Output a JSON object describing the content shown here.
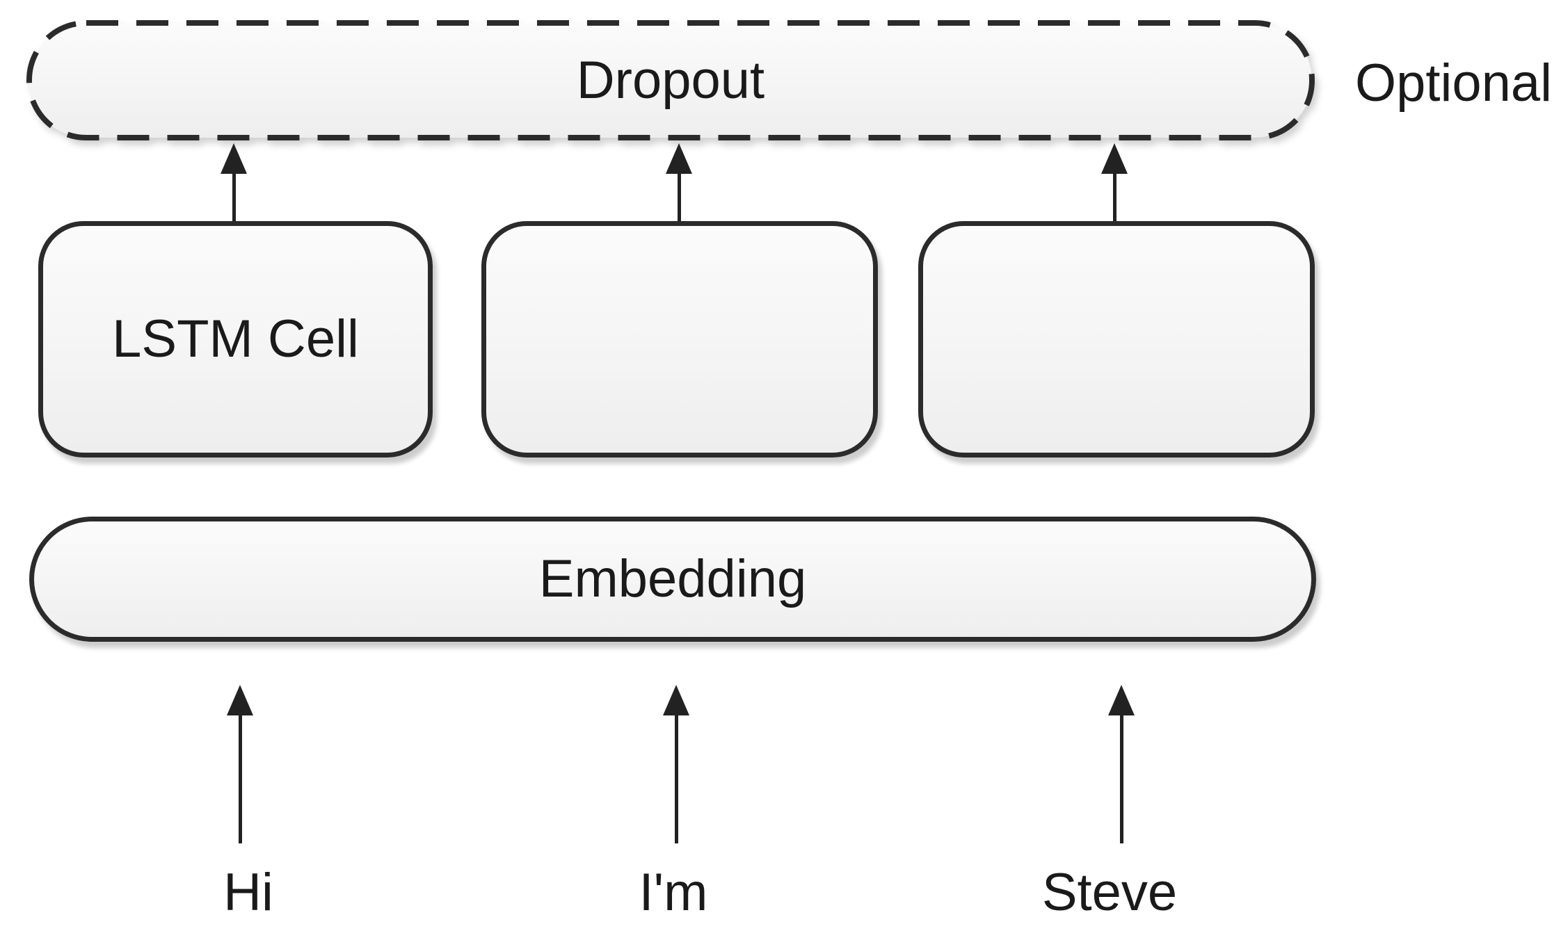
{
  "diagram": {
    "title": "LSTM network layer diagram",
    "dropout": {
      "label": "Dropout"
    },
    "optional_note": "Optional",
    "lstm_cells": [
      {
        "label": "LSTM Cell"
      },
      {
        "label": ""
      },
      {
        "label": ""
      }
    ],
    "embedding": {
      "label": "Embedding"
    },
    "inputs": [
      {
        "word": "Hi"
      },
      {
        "word": "I'm"
      },
      {
        "word": "Steve"
      }
    ],
    "colors": {
      "box_fill_top": "#fbfbfb",
      "box_fill_bottom": "#eeeeee",
      "stroke": "#2b2b2b",
      "arrow": "#222222",
      "text": "#1a1a1a",
      "background": "#ffffff"
    }
  }
}
